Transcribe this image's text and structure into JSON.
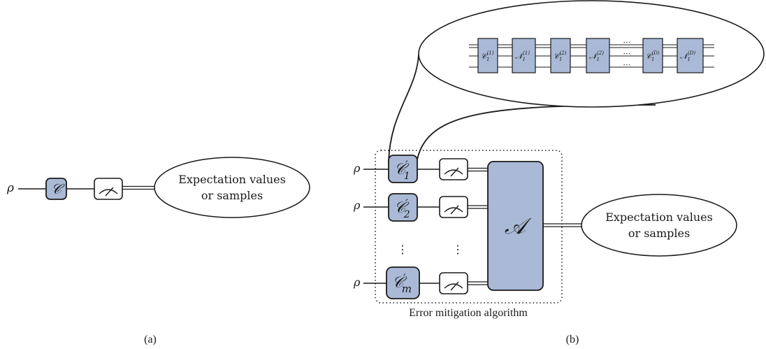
{
  "panel_a": {
    "caption": "(a)",
    "input": "ρ",
    "gate": "𝒞",
    "output": {
      "line1": "Expectation values",
      "line2": "or samples"
    }
  },
  "panel_b": {
    "caption": "(b)",
    "inputs": [
      "ρ",
      "ρ",
      "ρ"
    ],
    "gates": [
      {
        "script": "𝒞",
        "prime": "′",
        "sub": "1"
      },
      {
        "script": "𝒞",
        "prime": "′",
        "sub": "2"
      },
      {
        "script": "𝒞",
        "prime": "′",
        "sub": "m"
      }
    ],
    "dots": "⋮",
    "algorithm": "𝒜",
    "box_label": "Error mitigation algorithm",
    "output": {
      "line1": "Expectation values",
      "line2": "or samples"
    },
    "zoom_gates": [
      {
        "script": "𝒞",
        "sub": "1",
        "sup": "(1)"
      },
      {
        "script": "𝒩",
        "sub": "1",
        "sup": "(1)"
      },
      {
        "script": "𝒞",
        "sub": "1",
        "sup": "(2)"
      },
      {
        "script": "𝒩",
        "sub": "1",
        "sup": "(2)"
      },
      {
        "script": "𝒞",
        "sub": "1",
        "sup": "(D)"
      },
      {
        "script": "𝒩",
        "sub": "1",
        "sup": "(D)"
      }
    ],
    "zoom_ellipsis": "⋯"
  },
  "colors": {
    "gate_fill": "#a9b9d6",
    "stroke": "#1a1a1a",
    "background": "#ffffff"
  }
}
